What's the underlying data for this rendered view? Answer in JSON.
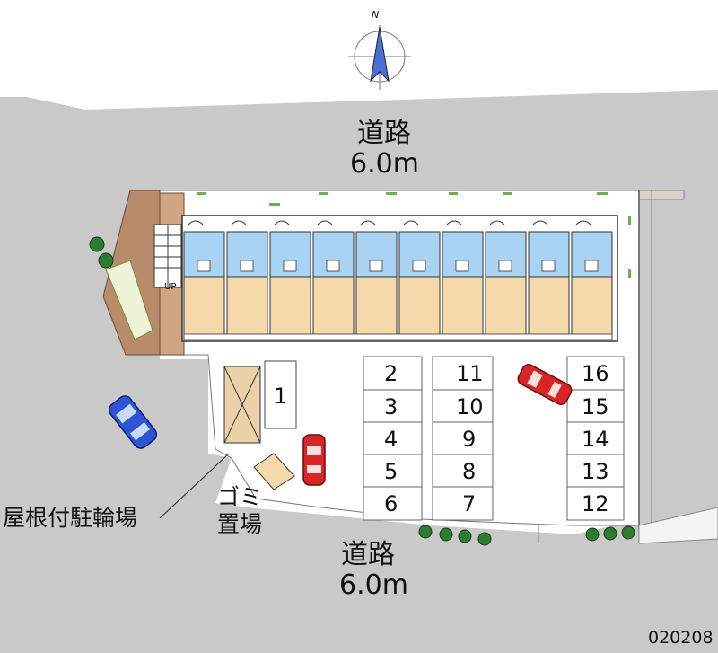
{
  "compass": {
    "north_label": "N",
    "icon": "compass-icon"
  },
  "roads": {
    "north": {
      "name": "道路",
      "width": "6.0m"
    },
    "south": {
      "name": "道路",
      "width": "6.0m"
    }
  },
  "building": {
    "stair_label": "UP",
    "unit_count": 10
  },
  "parking": {
    "left_column": [
      "2",
      "3",
      "4",
      "5",
      "6"
    ],
    "middle_column": [
      "11",
      "10",
      "9",
      "8",
      "7"
    ],
    "right_column": [
      "16",
      "15",
      "14",
      "13",
      "12"
    ],
    "single_spot": "1"
  },
  "labels": {
    "bicycle_shelter": "屋根付駐輪場",
    "garbage_line1": "ゴミ",
    "garbage_line2": "置場",
    "property_code": "020208"
  },
  "colors": {
    "road": "#c9c9c9",
    "unit_room": "#f6d9aa",
    "unit_bath": "#a9d3f2",
    "brick": "#b98b6a",
    "car_blue": "#2f55d6",
    "car_red": "#d82626",
    "tree": "#2e7d2e"
  }
}
